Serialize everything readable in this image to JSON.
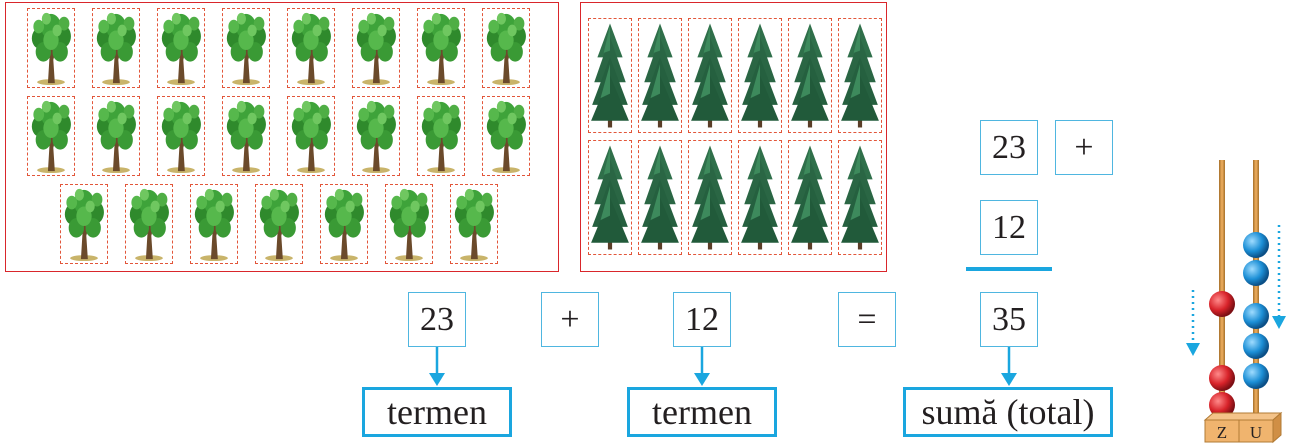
{
  "diagram": {
    "group_oaks": {
      "rows": [
        8,
        8,
        7
      ]
    },
    "group_firs": {
      "rows": [
        6,
        6
      ]
    },
    "column": {
      "first": "23",
      "operator": "+",
      "second": "12"
    },
    "equation": {
      "first": "23",
      "plus": "+",
      "second": "12",
      "equals": "=",
      "result": "35"
    },
    "labels": {
      "first": "termen",
      "second": "termen",
      "result": "sumă (total)"
    },
    "abacus": {
      "tens_label": "Z",
      "units_label": "U",
      "tens_beads": 3,
      "units_beads": 5
    },
    "colors": {
      "frame": "#d9262b",
      "accent": "#1aa6df",
      "tens_bead": "#d8232a",
      "units_bead": "#1c8fd6"
    }
  }
}
